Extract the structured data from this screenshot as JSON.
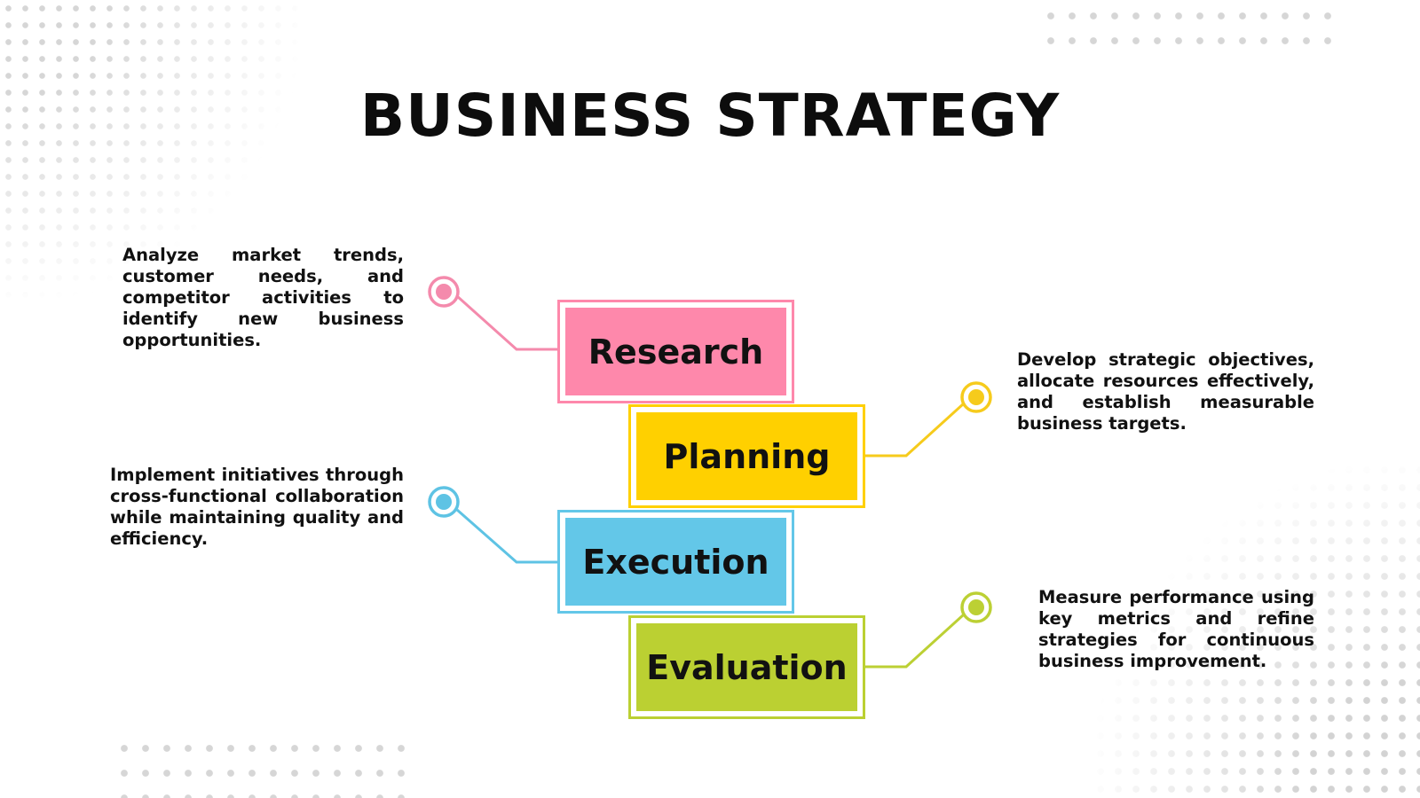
{
  "title": "BUSINESS STRATEGY",
  "steps": [
    {
      "label": "Research",
      "description": "Analyze market trends, customer needs, and competitor activities to identify new business opportunities.",
      "color": "#fe88ab",
      "connector_color": "#f48aac"
    },
    {
      "label": "Planning",
      "description": "Develop strategic objectives, allocate resources effectively, and establish measurable business targets.",
      "color": "#ffd000",
      "connector_color": "#f6cb1c"
    },
    {
      "label": "Execution",
      "description": "Implement initiatives through cross-functional collaboration while maintaining quality and efficiency.",
      "color": "#63c7e8",
      "connector_color": "#5ec3e4"
    },
    {
      "label": "Evaluation",
      "description": "Measure performance using key metrics and refine strategies for continuous business improvement.",
      "color": "#bbd032",
      "connector_color": "#bcd034"
    }
  ]
}
